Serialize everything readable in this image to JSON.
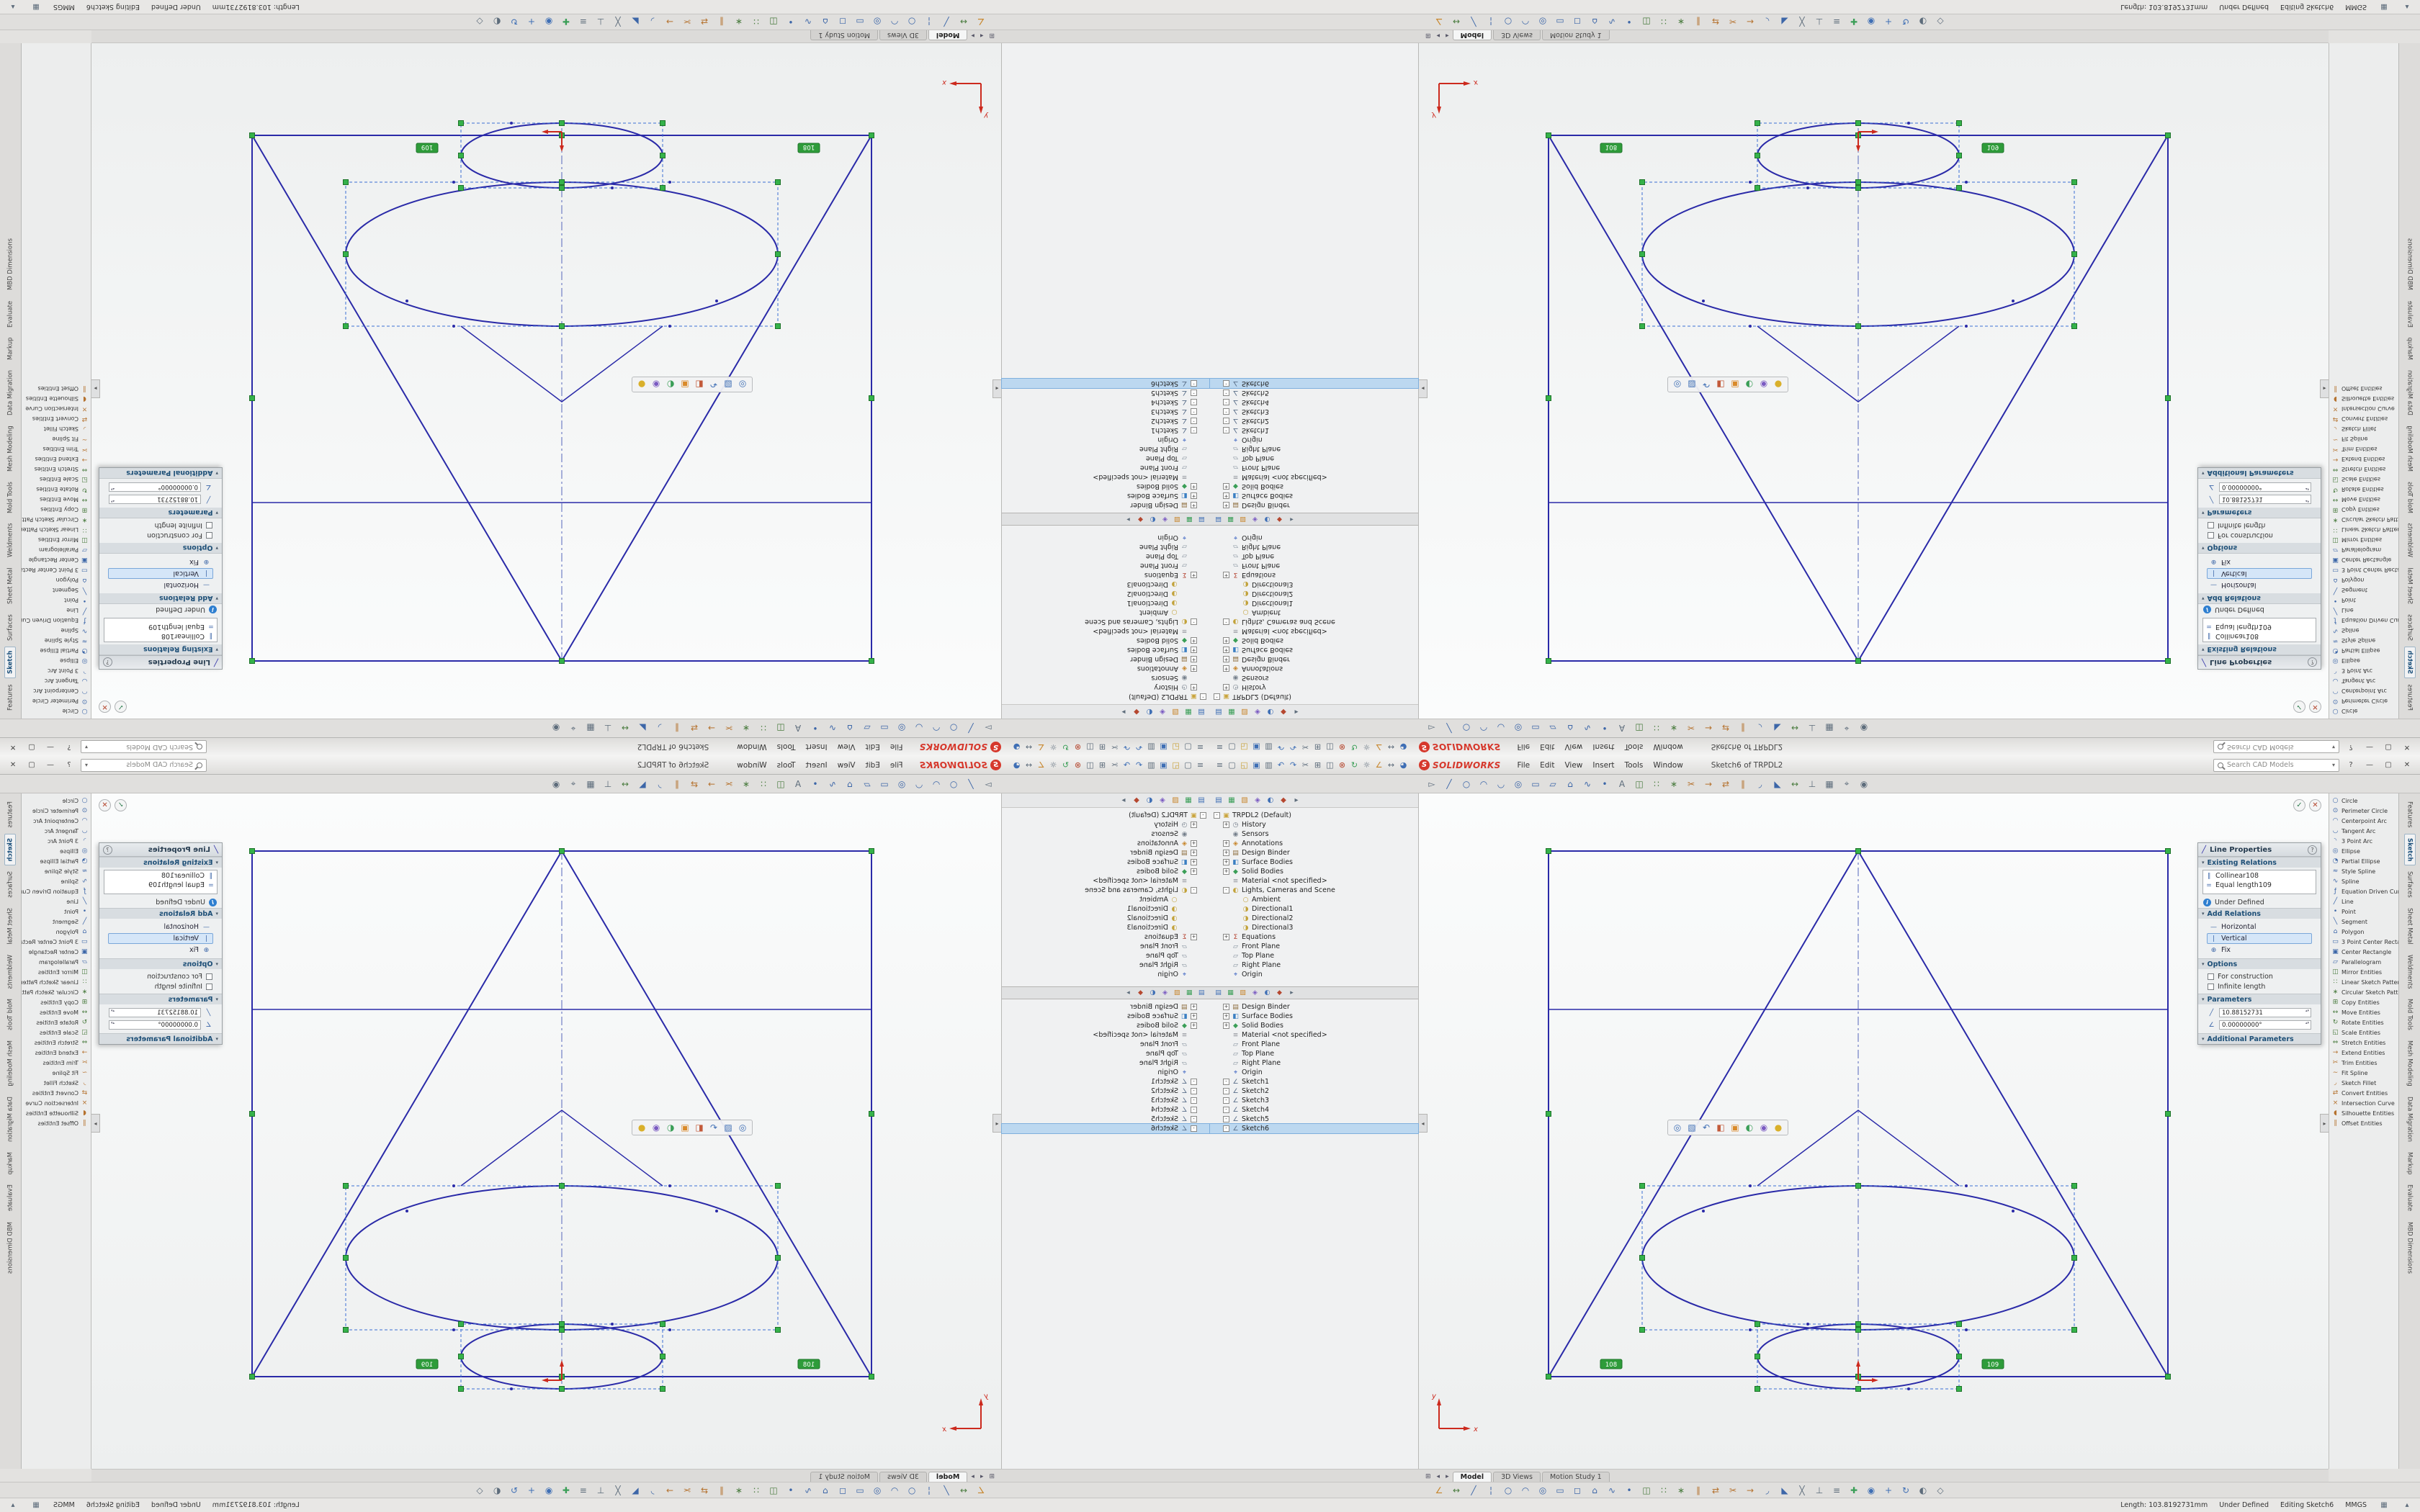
{
  "app": {
    "logo_text": "SOLIDWORKS",
    "logo_color": "#d6382c",
    "menus": [
      "File",
      "Edit",
      "View",
      "Insert",
      "Tools",
      "Window"
    ],
    "title_doc": "Sketch6 of TRPDL2",
    "search_placeholder": "Search CAD Models",
    "search_dropdown_icon": "▾"
  },
  "window_buttons": [
    {
      "name": "help-button",
      "g": "?"
    },
    {
      "name": "minimize-button",
      "g": "—"
    },
    {
      "name": "maximize-button",
      "g": "▢"
    },
    {
      "name": "close-button",
      "g": "✕"
    }
  ],
  "qat": [
    {
      "name": "menu-icon",
      "g": "≡",
      "c": "#5d6c7b"
    },
    {
      "name": "new-icon",
      "g": "▢",
      "c": "#5d6c7b"
    },
    {
      "name": "open-icon",
      "g": "◱",
      "c": "#c8a23a"
    },
    {
      "name": "save-icon",
      "g": "▣",
      "c": "#3f6fb5"
    },
    {
      "name": "print-icon",
      "g": "▥",
      "c": "#5d6c7b"
    },
    {
      "name": "undo-icon",
      "g": "↶",
      "c": "#3f6fb5"
    },
    {
      "name": "redo-icon",
      "g": "↷",
      "c": "#3f6fb5"
    },
    {
      "name": "cut-icon",
      "g": "✂",
      "c": "#5d6c7b"
    },
    {
      "name": "copy-icon",
      "g": "⊞",
      "c": "#5d6c7b"
    },
    {
      "name": "paste-icon",
      "g": "◫",
      "c": "#5d6c7b"
    },
    {
      "name": "delete-icon",
      "g": "⊗",
      "c": "#b5472f"
    },
    {
      "name": "rebuild-icon",
      "g": "↻",
      "c": "#3a9e57"
    },
    {
      "name": "options-icon",
      "g": "☼",
      "c": "#5d6c7b"
    },
    {
      "name": "sketch-icon",
      "g": "∠",
      "c": "#c8872e"
    },
    {
      "name": "measure-icon",
      "g": "↔",
      "c": "#5d6c7b"
    },
    {
      "name": "appearance-icon",
      "g": "◕",
      "c": "#3f6fb5"
    }
  ],
  "toolbar_top": [
    {
      "name": "select-icon",
      "g": "▻",
      "c": "#5d6c7b"
    },
    {
      "name": "line-icon",
      "g": "╱",
      "c": "#3c66a8"
    },
    {
      "name": "circle-icon",
      "g": "○",
      "c": "#3c66a8"
    },
    {
      "name": "centerpoint-arc-icon",
      "g": "◠",
      "c": "#3c66a8"
    },
    {
      "name": "tangent-arc-icon",
      "g": "◡",
      "c": "#3c66a8"
    },
    {
      "name": "ellipse-icon",
      "g": "◎",
      "c": "#3c66a8"
    },
    {
      "name": "rectangle-icon",
      "g": "▭",
      "c": "#3c66a8"
    },
    {
      "name": "parallelogram-icon",
      "g": "▱",
      "c": "#3c66a8"
    },
    {
      "name": "polygon-icon",
      "g": "⌂",
      "c": "#3c66a8"
    },
    {
      "name": "spline-icon",
      "g": "∿",
      "c": "#3c66a8"
    },
    {
      "name": "point-icon",
      "g": "•",
      "c": "#3c66a8"
    },
    {
      "name": "text-icon",
      "g": "A",
      "c": "#5d6c7b"
    },
    {
      "name": "mirror-icon",
      "g": "◫",
      "c": "#4a7c3f"
    },
    {
      "name": "linear-pattern-icon",
      "g": "∷",
      "c": "#4a7c3f"
    },
    {
      "name": "circular-pattern-icon",
      "g": "∗",
      "c": "#4a7c3f"
    },
    {
      "name": "trim-icon",
      "g": "✂",
      "c": "#b5722e"
    },
    {
      "name": "extend-icon",
      "g": "→",
      "c": "#b5722e"
    },
    {
      "name": "convert-entities-icon",
      "g": "⇄",
      "c": "#b5722e"
    },
    {
      "name": "offset-entities-icon",
      "g": "∥",
      "c": "#b5722e"
    },
    {
      "name": "fillet-icon",
      "g": "◞",
      "c": "#3c66a8"
    },
    {
      "name": "chamfer-icon",
      "g": "◣",
      "c": "#3c66a8"
    },
    {
      "name": "smart-dimension-icon",
      "g": "↔",
      "c": "#4a7c3f"
    },
    {
      "name": "relations-icon",
      "g": "⊥",
      "c": "#5d6c7b"
    },
    {
      "name": "grid-icon",
      "g": "▦",
      "c": "#5d6c7b"
    },
    {
      "name": "snap-icon",
      "g": "⌖",
      "c": "#5d6c7b"
    },
    {
      "name": "zoom-icon",
      "g": "◉",
      "c": "#5d6c7b"
    }
  ],
  "toolbar_bottom": [
    {
      "name": "exit-sketch-icon",
      "g": "∠",
      "c": "#c8872e"
    },
    {
      "name": "smart-dimension-icon",
      "g": "↔",
      "c": "#4a7c3f"
    },
    {
      "name": "line-icon",
      "g": "╱",
      "c": "#3c66a8"
    },
    {
      "name": "centerline-icon",
      "g": "¦",
      "c": "#3c66a8"
    },
    {
      "name": "circle-icon",
      "g": "○",
      "c": "#3c66a8"
    },
    {
      "name": "arc-icon",
      "g": "◠",
      "c": "#3c66a8"
    },
    {
      "name": "ellipse-icon",
      "g": "◎",
      "c": "#3c66a8"
    },
    {
      "name": "rectangle-icon",
      "g": "▭",
      "c": "#3c66a8"
    },
    {
      "name": "slot-icon",
      "g": "◻",
      "c": "#3c66a8"
    },
    {
      "name": "polygon-icon",
      "g": "⌂",
      "c": "#3c66a8"
    },
    {
      "name": "spline-icon",
      "g": "∿",
      "c": "#3c66a8"
    },
    {
      "name": "point-icon",
      "g": "•",
      "c": "#3c66a8"
    },
    {
      "name": "mirror-icon",
      "g": "◫",
      "c": "#4a7c3f"
    },
    {
      "name": "linear-pattern-icon",
      "g": "∷",
      "c": "#4a7c3f"
    },
    {
      "name": "circular-pattern-icon",
      "g": "∗",
      "c": "#4a7c3f"
    },
    {
      "name": "offset-entities-icon",
      "g": "∥",
      "c": "#b5722e"
    },
    {
      "name": "convert-entities-icon",
      "g": "⇄",
      "c": "#b5722e"
    },
    {
      "name": "trim-entities-icon",
      "g": "✂",
      "c": "#b5722e"
    },
    {
      "name": "extend-entities-icon",
      "g": "→",
      "c": "#b5722e"
    },
    {
      "name": "fillet-icon",
      "g": "◞",
      "c": "#3c66a8"
    },
    {
      "name": "chamfer-icon",
      "g": "◣",
      "c": "#3c66a8"
    },
    {
      "name": "construction-geometry-icon",
      "g": "╳",
      "c": "#5d6c7b"
    },
    {
      "name": "relations-icon",
      "g": "⊥",
      "c": "#5d6c7b"
    },
    {
      "name": "fully-define-icon",
      "g": "≡",
      "c": "#5d6c7b"
    },
    {
      "name": "repair-sketch-icon",
      "g": "✚",
      "c": "#3a9e57"
    },
    {
      "name": "zoom-fit-icon",
      "g": "◉",
      "c": "#3f6fb5"
    },
    {
      "name": "pan-icon",
      "g": "+",
      "c": "#3f6fb5"
    },
    {
      "name": "rotate-view-icon",
      "g": "↻",
      "c": "#3f6fb5"
    },
    {
      "name": "shaded-icon",
      "g": "◐",
      "c": "#5d6c7b"
    },
    {
      "name": "wireframe-icon",
      "g": "◇",
      "c": "#5d6c7b"
    }
  ],
  "panel_tabs": [
    {
      "name": "featuremanager-tab-icon",
      "g": "▤",
      "c": "#3f6fb5"
    },
    {
      "name": "propertymanager-tab-icon",
      "g": "▦",
      "c": "#3a9e57"
    },
    {
      "name": "configurationmanager-tab-icon",
      "g": "▧",
      "c": "#c8872e"
    },
    {
      "name": "dimxpertmanager-tab-icon",
      "g": "◈",
      "c": "#7a5ac2"
    },
    {
      "name": "displaymanager-tab-icon",
      "g": "◐",
      "c": "#3f6fb5"
    },
    {
      "name": "cam-tab-icon",
      "g": "◆",
      "c": "#b5472f"
    },
    {
      "name": "pin-tab-icon",
      "g": "▸",
      "c": "#5d6c7b"
    }
  ],
  "tree_upper": [
    {
      "e": "-",
      "g": "▣",
      "c": "#caa53d",
      "label": "TRPDL2 (Default)"
    },
    {
      "e": "+",
      "g": "◷",
      "c": "#76808c",
      "label": "History",
      "ind": 1
    },
    {
      "e": "",
      "g": "◉",
      "c": "#76808c",
      "label": "Sensors",
      "ind": 1
    },
    {
      "e": "+",
      "g": "◈",
      "c": "#c8872e",
      "label": "Annotations",
      "ind": 1
    },
    {
      "e": "+",
      "g": "▤",
      "c": "#8d6e3f",
      "label": "Design Binder",
      "ind": 1
    },
    {
      "e": "+",
      "g": "◧",
      "c": "#3a7fc2",
      "label": "Surface Bodies",
      "ind": 1
    },
    {
      "e": "+",
      "g": "◆",
      "c": "#3a9e57",
      "label": "Solid Bodies",
      "ind": 1
    },
    {
      "e": "",
      "g": "≡",
      "c": "#8b9096",
      "label": "Material <not specified>",
      "ind": 1
    },
    {
      "e": "-",
      "g": "◐",
      "c": "#c2a23a",
      "label": "Lights, Cameras and Scene",
      "ind": 1
    },
    {
      "e": "",
      "g": "○",
      "c": "#c2a23a",
      "label": "Ambient",
      "ind": 2
    },
    {
      "e": "",
      "g": "◑",
      "c": "#c2a23a",
      "label": "Directional1",
      "ind": 2
    },
    {
      "e": "",
      "g": "◑",
      "c": "#c2a23a",
      "label": "Directional2",
      "ind": 2
    },
    {
      "e": "",
      "g": "◑",
      "c": "#c2a23a",
      "label": "Directional3",
      "ind": 2
    },
    {
      "e": "+",
      "g": "Σ",
      "c": "#b3412f",
      "label": "Equations",
      "ind": 1
    },
    {
      "e": "",
      "g": "▱",
      "c": "#7d8a97",
      "label": "Front Plane",
      "ind": 1
    },
    {
      "e": "",
      "g": "▱",
      "c": "#7d8a97",
      "label": "Top Plane",
      "ind": 1
    },
    {
      "e": "",
      "g": "▱",
      "c": "#7d8a97",
      "label": "Right Plane",
      "ind": 1
    },
    {
      "e": "",
      "g": "⌖",
      "c": "#3a62c2",
      "label": "Origin",
      "ind": 1
    }
  ],
  "tree_lower": [
    {
      "e": "+",
      "g": "▤",
      "c": "#8d6e3f",
      "label": "Design Binder",
      "ind": 1
    },
    {
      "e": "+",
      "g": "◧",
      "c": "#3a7fc2",
      "label": "Surface Bodies",
      "ind": 1
    },
    {
      "e": "+",
      "g": "◆",
      "c": "#3a9e57",
      "label": "Solid Bodies",
      "ind": 1
    },
    {
      "e": "",
      "g": "≡",
      "c": "#8b9096",
      "label": "Material <not specified>",
      "ind": 1
    },
    {
      "e": "",
      "g": "▱",
      "c": "#7d8a97",
      "label": "Front Plane",
      "ind": 1
    },
    {
      "e": "",
      "g": "▱",
      "c": "#7d8a97",
      "label": "Top Plane",
      "ind": 1
    },
    {
      "e": "",
      "g": "▱",
      "c": "#7d8a97",
      "label": "Right Plane",
      "ind": 1
    },
    {
      "e": "",
      "g": "⌖",
      "c": "#3a62c2",
      "label": "Origin",
      "ind": 1
    },
    {
      "e": "-",
      "g": "∠",
      "c": "#5a6f8a",
      "label": "Sketch1",
      "ind": 1
    },
    {
      "e": "-",
      "g": "∠",
      "c": "#5a6f8a",
      "label": "Sketch2",
      "ind": 1
    },
    {
      "e": "-",
      "g": "∠",
      "c": "#5a6f8a",
      "label": "Sketch3",
      "ind": 1
    },
    {
      "e": "-",
      "g": "∠",
      "c": "#5a6f8a",
      "label": "Sketch4",
      "ind": 1
    },
    {
      "e": "-",
      "g": "∠",
      "c": "#5a6f8a",
      "label": "Sketch5",
      "ind": 1
    },
    {
      "e": "-",
      "g": "∠",
      "c": "#5a6f8a",
      "label": "Sketch6",
      "ind": 1,
      "selected": true
    }
  ],
  "heads_up": [
    {
      "name": "zoom-fit-icon",
      "g": "◎",
      "c": "#3f6fb5"
    },
    {
      "name": "zoom-area-icon",
      "g": "▧",
      "c": "#3f6fb5"
    },
    {
      "name": "previous-view-icon",
      "g": "↶",
      "c": "#3f6fb5"
    },
    {
      "name": "section-view-icon",
      "g": "◧",
      "c": "#c25a3a"
    },
    {
      "name": "view-orientation-icon",
      "g": "▣",
      "c": "#d98a2b"
    },
    {
      "name": "display-style-icon",
      "g": "◐",
      "c": "#3a9e57"
    },
    {
      "name": "hide-show-items-icon",
      "g": "◉",
      "c": "#7a5ac2"
    },
    {
      "name": "edit-appearance-icon",
      "g": "●",
      "c": "#d9b02b"
    }
  ],
  "confirm_corner": [
    {
      "name": "exit-sketch-icon",
      "g": "✓",
      "c": "#2e7d4f"
    },
    {
      "name": "cancel-sketch-icon",
      "g": "✕",
      "c": "#b5472f"
    }
  ],
  "collapse": {
    "left_icon": "◂",
    "right_icon": "▸"
  },
  "prop_panel": {
    "title": "Line Properties",
    "title_glyph": "╱",
    "help": "?",
    "existing_relations_label": "Existing Relations",
    "relations": [
      {
        "g": "∥",
        "label": "Collinear108"
      },
      {
        "g": "=",
        "label": "Equal length109"
      }
    ],
    "info_label": "Under Defined",
    "add_relations_label": "Add Relations",
    "add_relations": [
      {
        "g": "—",
        "label": "Horizontal"
      },
      {
        "g": "|",
        "label": "Vertical",
        "active": true
      },
      {
        "g": "⊕",
        "label": "Fix"
      }
    ],
    "options_label": "Options",
    "options": [
      {
        "label": "For construction",
        "checked": false
      },
      {
        "label": "Infinite length",
        "checked": false
      }
    ],
    "parameters_label": "Parameters",
    "parameters": [
      {
        "g": "╱",
        "value": "10.88152731"
      },
      {
        "g": "∠",
        "value": "0.00000000°"
      }
    ],
    "additional_label": "Additional Parameters"
  },
  "palette": [
    {
      "name": "circle-icon",
      "g": "○",
      "c": "#3c66a8",
      "label": "Circle"
    },
    {
      "name": "perimeter-circle-icon",
      "g": "⊙",
      "c": "#3c66a8",
      "label": "Perimeter Circle"
    },
    {
      "name": "centerpoint-arc-icon",
      "g": "◠",
      "c": "#3c66a8",
      "label": "Centerpoint Arc"
    },
    {
      "name": "tangent-arc-icon",
      "g": "◡",
      "c": "#3c66a8",
      "label": "Tangent Arc"
    },
    {
      "name": "three-point-arc-icon",
      "g": "◝",
      "c": "#3c66a8",
      "label": "3 Point Arc"
    },
    {
      "name": "ellipse-icon",
      "g": "◎",
      "c": "#3c66a8",
      "label": "Ellipse"
    },
    {
      "name": "partial-ellipse-icon",
      "g": "◔",
      "c": "#3c66a8",
      "label": "Partial Ellipse"
    },
    {
      "name": "style-spline-icon",
      "g": "≈",
      "c": "#3c66a8",
      "label": "Style Spline"
    },
    {
      "name": "spline-icon",
      "g": "∿",
      "c": "#3c66a8",
      "label": "Spline"
    },
    {
      "name": "equation-curve-icon",
      "g": "ƒ",
      "c": "#3c66a8",
      "label": "Equation Driven Curve"
    },
    {
      "name": "line-icon",
      "g": "╱",
      "c": "#3c66a8",
      "label": "Line"
    },
    {
      "name": "point-icon",
      "g": "•",
      "c": "#3c66a8",
      "label": "Point"
    },
    {
      "name": "segment-icon",
      "g": "╲",
      "c": "#3c66a8",
      "label": "Segment"
    },
    {
      "name": "polygon-icon",
      "g": "⌂",
      "c": "#3c66a8",
      "label": "Polygon"
    },
    {
      "name": "three-point-center-rectangle-icon",
      "g": "▭",
      "c": "#3c66a8",
      "label": "3 Point Center Recta..."
    },
    {
      "name": "center-rectangle-icon",
      "g": "▣",
      "c": "#3c66a8",
      "label": "Center Rectangle"
    },
    {
      "name": "parallelogram-icon",
      "g": "▱",
      "c": "#3c66a8",
      "label": "Parallelogram"
    },
    {
      "name": "mirror-entities-icon",
      "g": "◫",
      "c": "#4a7c3f",
      "label": "Mirror Entities"
    },
    {
      "name": "linear-sketch-pattern-icon",
      "g": "∷",
      "c": "#4a7c3f",
      "label": "Linear Sketch Pattern"
    },
    {
      "name": "circular-sketch-pattern-icon",
      "g": "∗",
      "c": "#4a7c3f",
      "label": "Circular Sketch Pattern"
    },
    {
      "name": "copy-entities-icon",
      "g": "⊞",
      "c": "#4a7c3f",
      "label": "Copy Entities"
    },
    {
      "name": "move-entities-icon",
      "g": "↔",
      "c": "#4a7c3f",
      "label": "Move Entities"
    },
    {
      "name": "rotate-entities-icon",
      "g": "↻",
      "c": "#4a7c3f",
      "label": "Rotate Entities"
    },
    {
      "name": "scale-entities-icon",
      "g": "◱",
      "c": "#4a7c3f",
      "label": "Scale Entities"
    },
    {
      "name": "stretch-entities-icon",
      "g": "⇔",
      "c": "#4a7c3f",
      "label": "Stretch Entities"
    },
    {
      "name": "extend-entities-icon",
      "g": "→",
      "c": "#b5722e",
      "label": "Extend Entities"
    },
    {
      "name": "trim-entities-icon",
      "g": "✂",
      "c": "#b5722e",
      "label": "Trim Entities"
    },
    {
      "name": "fit-spline-icon",
      "g": "∼",
      "c": "#b5722e",
      "label": "Fit Spline"
    },
    {
      "name": "sketch-fillet-icon",
      "g": "◞",
      "c": "#b5722e",
      "label": "Sketch Fillet"
    },
    {
      "name": "convert-entities-icon",
      "g": "⇄",
      "c": "#b5722e",
      "label": "Convert Entities"
    },
    {
      "name": "intersection-curve-icon",
      "g": "×",
      "c": "#b5722e",
      "label": "Intersection Curve"
    },
    {
      "name": "silhouette-entities-icon",
      "g": "◖",
      "c": "#b5722e",
      "label": "Silhouette Entities"
    },
    {
      "name": "offset-entities-icon",
      "g": "∥",
      "c": "#b5722e",
      "label": "Offset Entities"
    }
  ],
  "vtabs": [
    {
      "label": "Features"
    },
    {
      "label": "Sketch",
      "active": true
    },
    {
      "label": "Surfaces"
    },
    {
      "label": "Sheet Metal"
    },
    {
      "label": "Weldments"
    },
    {
      "label": "Mold Tools"
    },
    {
      "label": "Mesh Modeling"
    },
    {
      "label": "Data Migration"
    },
    {
      "label": "Markup"
    },
    {
      "label": "Evaluate"
    },
    {
      "label": "MBD Dimensions"
    }
  ],
  "doc_tabs": {
    "sheet_icon": "⊞",
    "left_icon": "◂",
    "right_icon": "▸",
    "items": [
      {
        "label": "Model",
        "active": true
      },
      {
        "label": "3D Views"
      },
      {
        "label": "Motion Study 1"
      }
    ]
  },
  "status": {
    "length": "Length: 103.8192731mm",
    "state": "Under Defined",
    "editing": "Editing Sketch6",
    "units": "MMGS",
    "grid_icon": "▦",
    "expand_icon": "▴"
  },
  "sketch": {
    "badges": [
      "108",
      "109"
    ],
    "axis_labels": {
      "x": "x",
      "y": "y"
    }
  }
}
